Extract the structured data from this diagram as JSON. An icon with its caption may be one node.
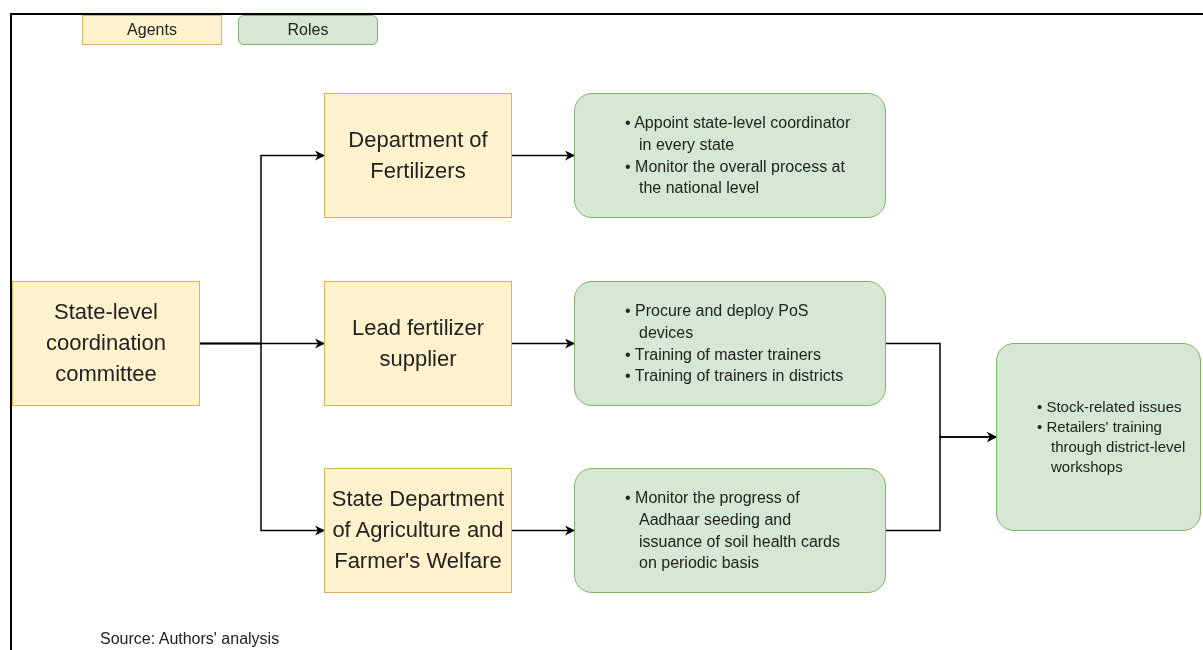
{
  "diagram": {
    "nodes": [
      {
        "text": [
          "State-level coordination committee"
        ]
      },
      {
        "text": [
          "Department of Fertilizers"
        ]
      },
      {
        "text": [
          "Lead fertilizer supplier"
        ]
      },
      {
        "text": [
          "State Department of Agriculture and Farmer's Welfare"
        ]
      },
      {
        "text": [
          "• Appoint state-level coordinator in every state",
          "• Monitor the overall process at the national level"
        ]
      },
      {
        "text": [
          "• Procure and deploy PoS devices",
          "• Training of master trainers",
          "• Training of trainers in districts"
        ]
      },
      {
        "text": [
          "• Monitor the progress of Aadhaar seeding and issuance of soil health cards on periodic basis"
        ]
      },
      {
        "text": [
          "• Stock-related issues",
          "• Retailers' training through district-level workshops"
        ]
      }
    ],
    "edges": [
      {
        "from": 0,
        "to": 1,
        "arrow": "to"
      },
      {
        "from": 0,
        "to": 2,
        "arrow": "to"
      },
      {
        "from": 0,
        "to": 3,
        "arrow": "to"
      },
      {
        "from": 1,
        "to": 4,
        "arrow": "to"
      },
      {
        "from": 2,
        "to": 5,
        "arrow": "to"
      },
      {
        "from": 3,
        "to": 6,
        "arrow": "to"
      },
      {
        "from": 5,
        "to": 7,
        "arrow": "to"
      },
      {
        "from": 6,
        "to": 7,
        "arrow": "to"
      }
    ],
    "labels": [
      "Source: Authors' analysis"
    ],
    "legend": [
      {
        "text": "Agents",
        "color": "#fff2cc"
      },
      {
        "text": "Roles",
        "color": "#d5e8d4"
      }
    ]
  }
}
